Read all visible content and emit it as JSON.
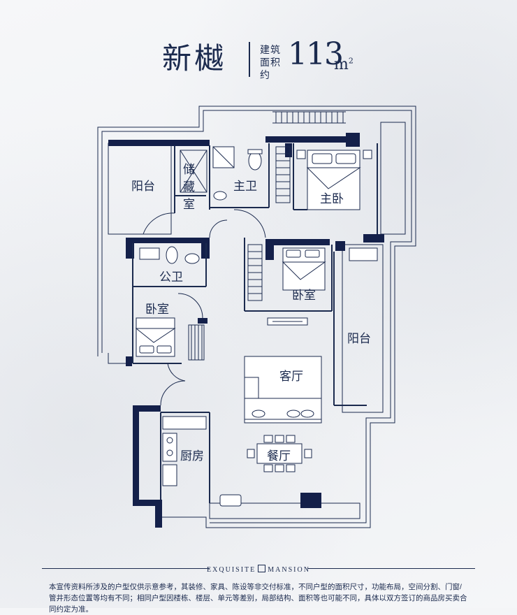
{
  "header": {
    "name": "新樾",
    "area_label": "建筑面积约",
    "area_value": "113",
    "area_unit": "m",
    "area_unit_sup": "2"
  },
  "rooms": {
    "balcony_top_left": "阳台",
    "storage_1": "储",
    "storage_2": "藏",
    "storage_3": "室",
    "master_bath": "主卫",
    "master_bedroom": "主卧",
    "public_bath": "公卫",
    "bedroom_left": "卧室",
    "bedroom_middle": "卧室",
    "balcony_right": "阳台",
    "living_room": "客厅",
    "kitchen": "厨房",
    "dining_room": "餐厅"
  },
  "footer": {
    "brand_left": "EXQUISITE",
    "brand_right": "MANSION",
    "disclaimer": "本宣传资料所涉及的户型仅供示意参考，其装修、家具、陈设等非交付标准，不同户型的面积尺寸，功能布局，空间分割、门窗/管井形态位置等均有不同；相同户型因楼栋、楼层、单元等差别，局部结构、面积等也可能不同，具体以双方签订的商品房买卖合同约定为准。"
  },
  "colors": {
    "ink": "#1b2a4e",
    "wall": "#14204a",
    "background": "#f4f5f7"
  }
}
